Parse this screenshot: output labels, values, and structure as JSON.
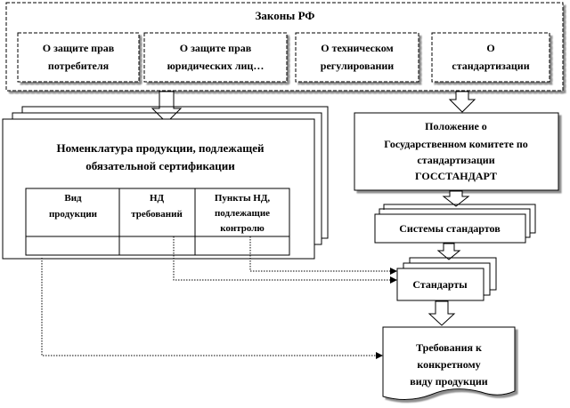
{
  "laws": {
    "title": "Законы РФ",
    "items": [
      [
        "О защите прав",
        "потребителя"
      ],
      [
        "О защите прав",
        "юридических лиц…"
      ],
      [
        "О техническом",
        "регулировании"
      ],
      [
        "О",
        "стандартизации"
      ]
    ]
  },
  "nomenclature": {
    "title": [
      "Номенклатура продукции, подлежащей",
      "обязательной сертификации"
    ],
    "columns": [
      [
        "Вид",
        "продукции"
      ],
      [
        "НД",
        "требований"
      ],
      [
        "Пункты НД,",
        "подлежащие",
        "контролю"
      ]
    ]
  },
  "regulation": [
    "Положение о",
    "Государственном комитете по",
    "стандартизации",
    "ГОССТАНДАРТ"
  ],
  "systems": "Системы стандартов",
  "standards": "Стандарты",
  "requirements": [
    "Требования к",
    "конкретному",
    "виду продукции"
  ]
}
